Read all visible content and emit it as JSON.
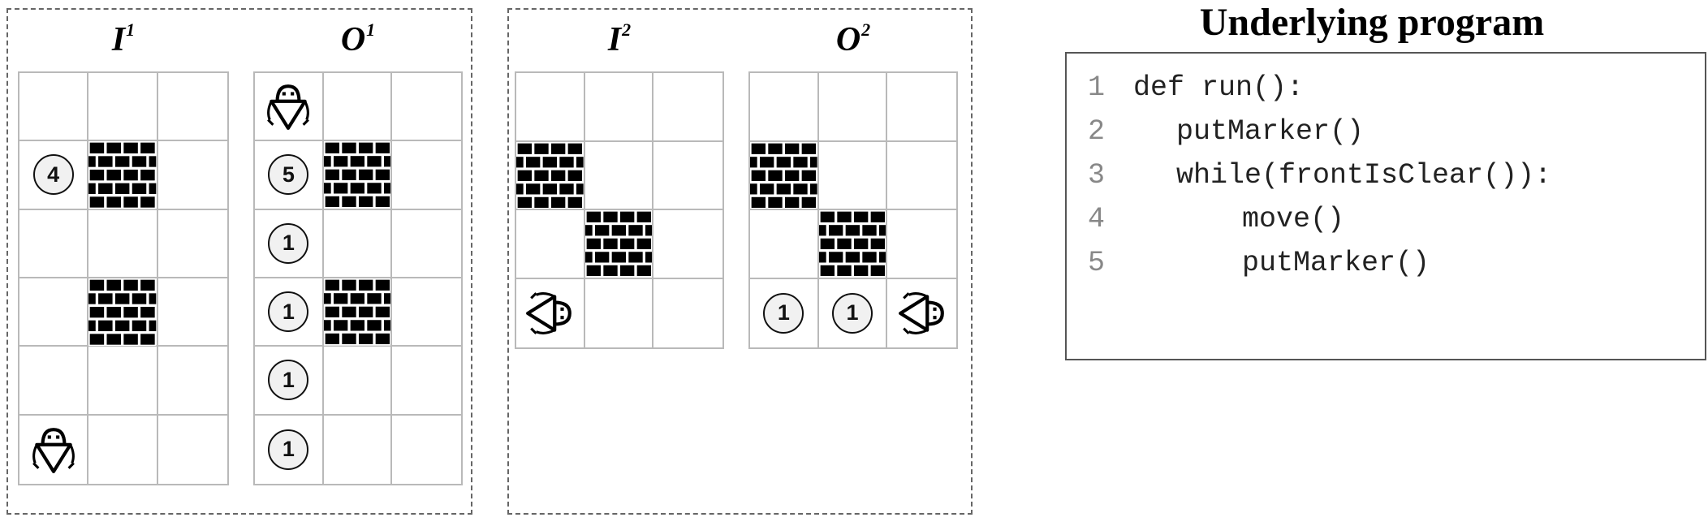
{
  "figure": {
    "panels": [
      {
        "grids": [
          {
            "label": "I",
            "sup": "1",
            "rows": 6,
            "cols": 3,
            "walls": [
              [
                1,
                1
              ],
              [
                3,
                1
              ]
            ],
            "markers": [
              {
                "r": 1,
                "c": 0,
                "n": "4"
              }
            ],
            "robot": {
              "r": 5,
              "c": 0,
              "facing": "south"
            }
          },
          {
            "label": "O",
            "sup": "1",
            "rows": 6,
            "cols": 3,
            "walls": [
              [
                1,
                1
              ],
              [
                3,
                1
              ]
            ],
            "markers": [
              {
                "r": 1,
                "c": 0,
                "n": "5"
              },
              {
                "r": 2,
                "c": 0,
                "n": "1"
              },
              {
                "r": 3,
                "c": 0,
                "n": "1"
              },
              {
                "r": 4,
                "c": 0,
                "n": "1"
              },
              {
                "r": 5,
                "c": 0,
                "n": "1"
              }
            ],
            "robot": {
              "r": 0,
              "c": 0,
              "facing": "south"
            }
          }
        ]
      },
      {
        "grids": [
          {
            "label": "I",
            "sup": "2",
            "rows": 4,
            "cols": 3,
            "walls": [
              [
                1,
                0
              ],
              [
                2,
                1
              ]
            ],
            "markers": [],
            "robot": {
              "r": 3,
              "c": 0,
              "facing": "west"
            }
          },
          {
            "label": "O",
            "sup": "2",
            "rows": 4,
            "cols": 3,
            "walls": [
              [
                1,
                0
              ],
              [
                2,
                1
              ]
            ],
            "markers": [
              {
                "r": 3,
                "c": 0,
                "n": "1"
              },
              {
                "r": 3,
                "c": 1,
                "n": "1"
              }
            ],
            "robot": {
              "r": 3,
              "c": 2,
              "facing": "west"
            }
          }
        ]
      }
    ]
  },
  "program": {
    "title": "Underlying program",
    "lines": [
      {
        "num": "1",
        "indent": 0,
        "code": "def run():"
      },
      {
        "num": "2",
        "indent": 1,
        "code": "putMarker()"
      },
      {
        "num": "3",
        "indent": 1,
        "code": "while(frontIsClear()):"
      },
      {
        "num": "4",
        "indent": 2,
        "code": "move()"
      },
      {
        "num": "5",
        "indent": 2,
        "code": "putMarker()"
      }
    ]
  },
  "colors": {
    "wall": "#000000",
    "grid_line": "#b9b9b9",
    "marker_fill": "#f1f1f1",
    "line_number": "#888888"
  },
  "icons": {
    "robot": "karel-robot-icon",
    "wall": "brick-wall-icon",
    "marker": "marker-count-icon"
  }
}
